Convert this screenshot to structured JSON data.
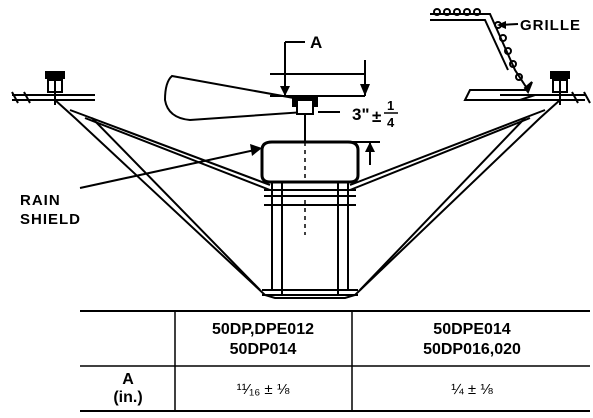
{
  "labels": {
    "grille": "GRILLE",
    "dimension_a": "A",
    "rain_shield_line1": "RAIN",
    "rain_shield_line2": "SHIELD",
    "height_value": "3\"",
    "height_tolerance_sign": "±",
    "height_tolerance_num": "1",
    "height_tolerance_den": "4"
  },
  "table": {
    "header_blank": "",
    "col1_line1": "50DP,DPE012",
    "col1_line2": "50DP014",
    "col2_line1": "50DPE014",
    "col2_line2": "50DP016,020",
    "row_label_line1": "A",
    "row_label_line2": "(in.)",
    "row_value_1": "¹¹⁄₁₆ ± ⅛",
    "row_value_2": "¼ ± ⅛"
  }
}
